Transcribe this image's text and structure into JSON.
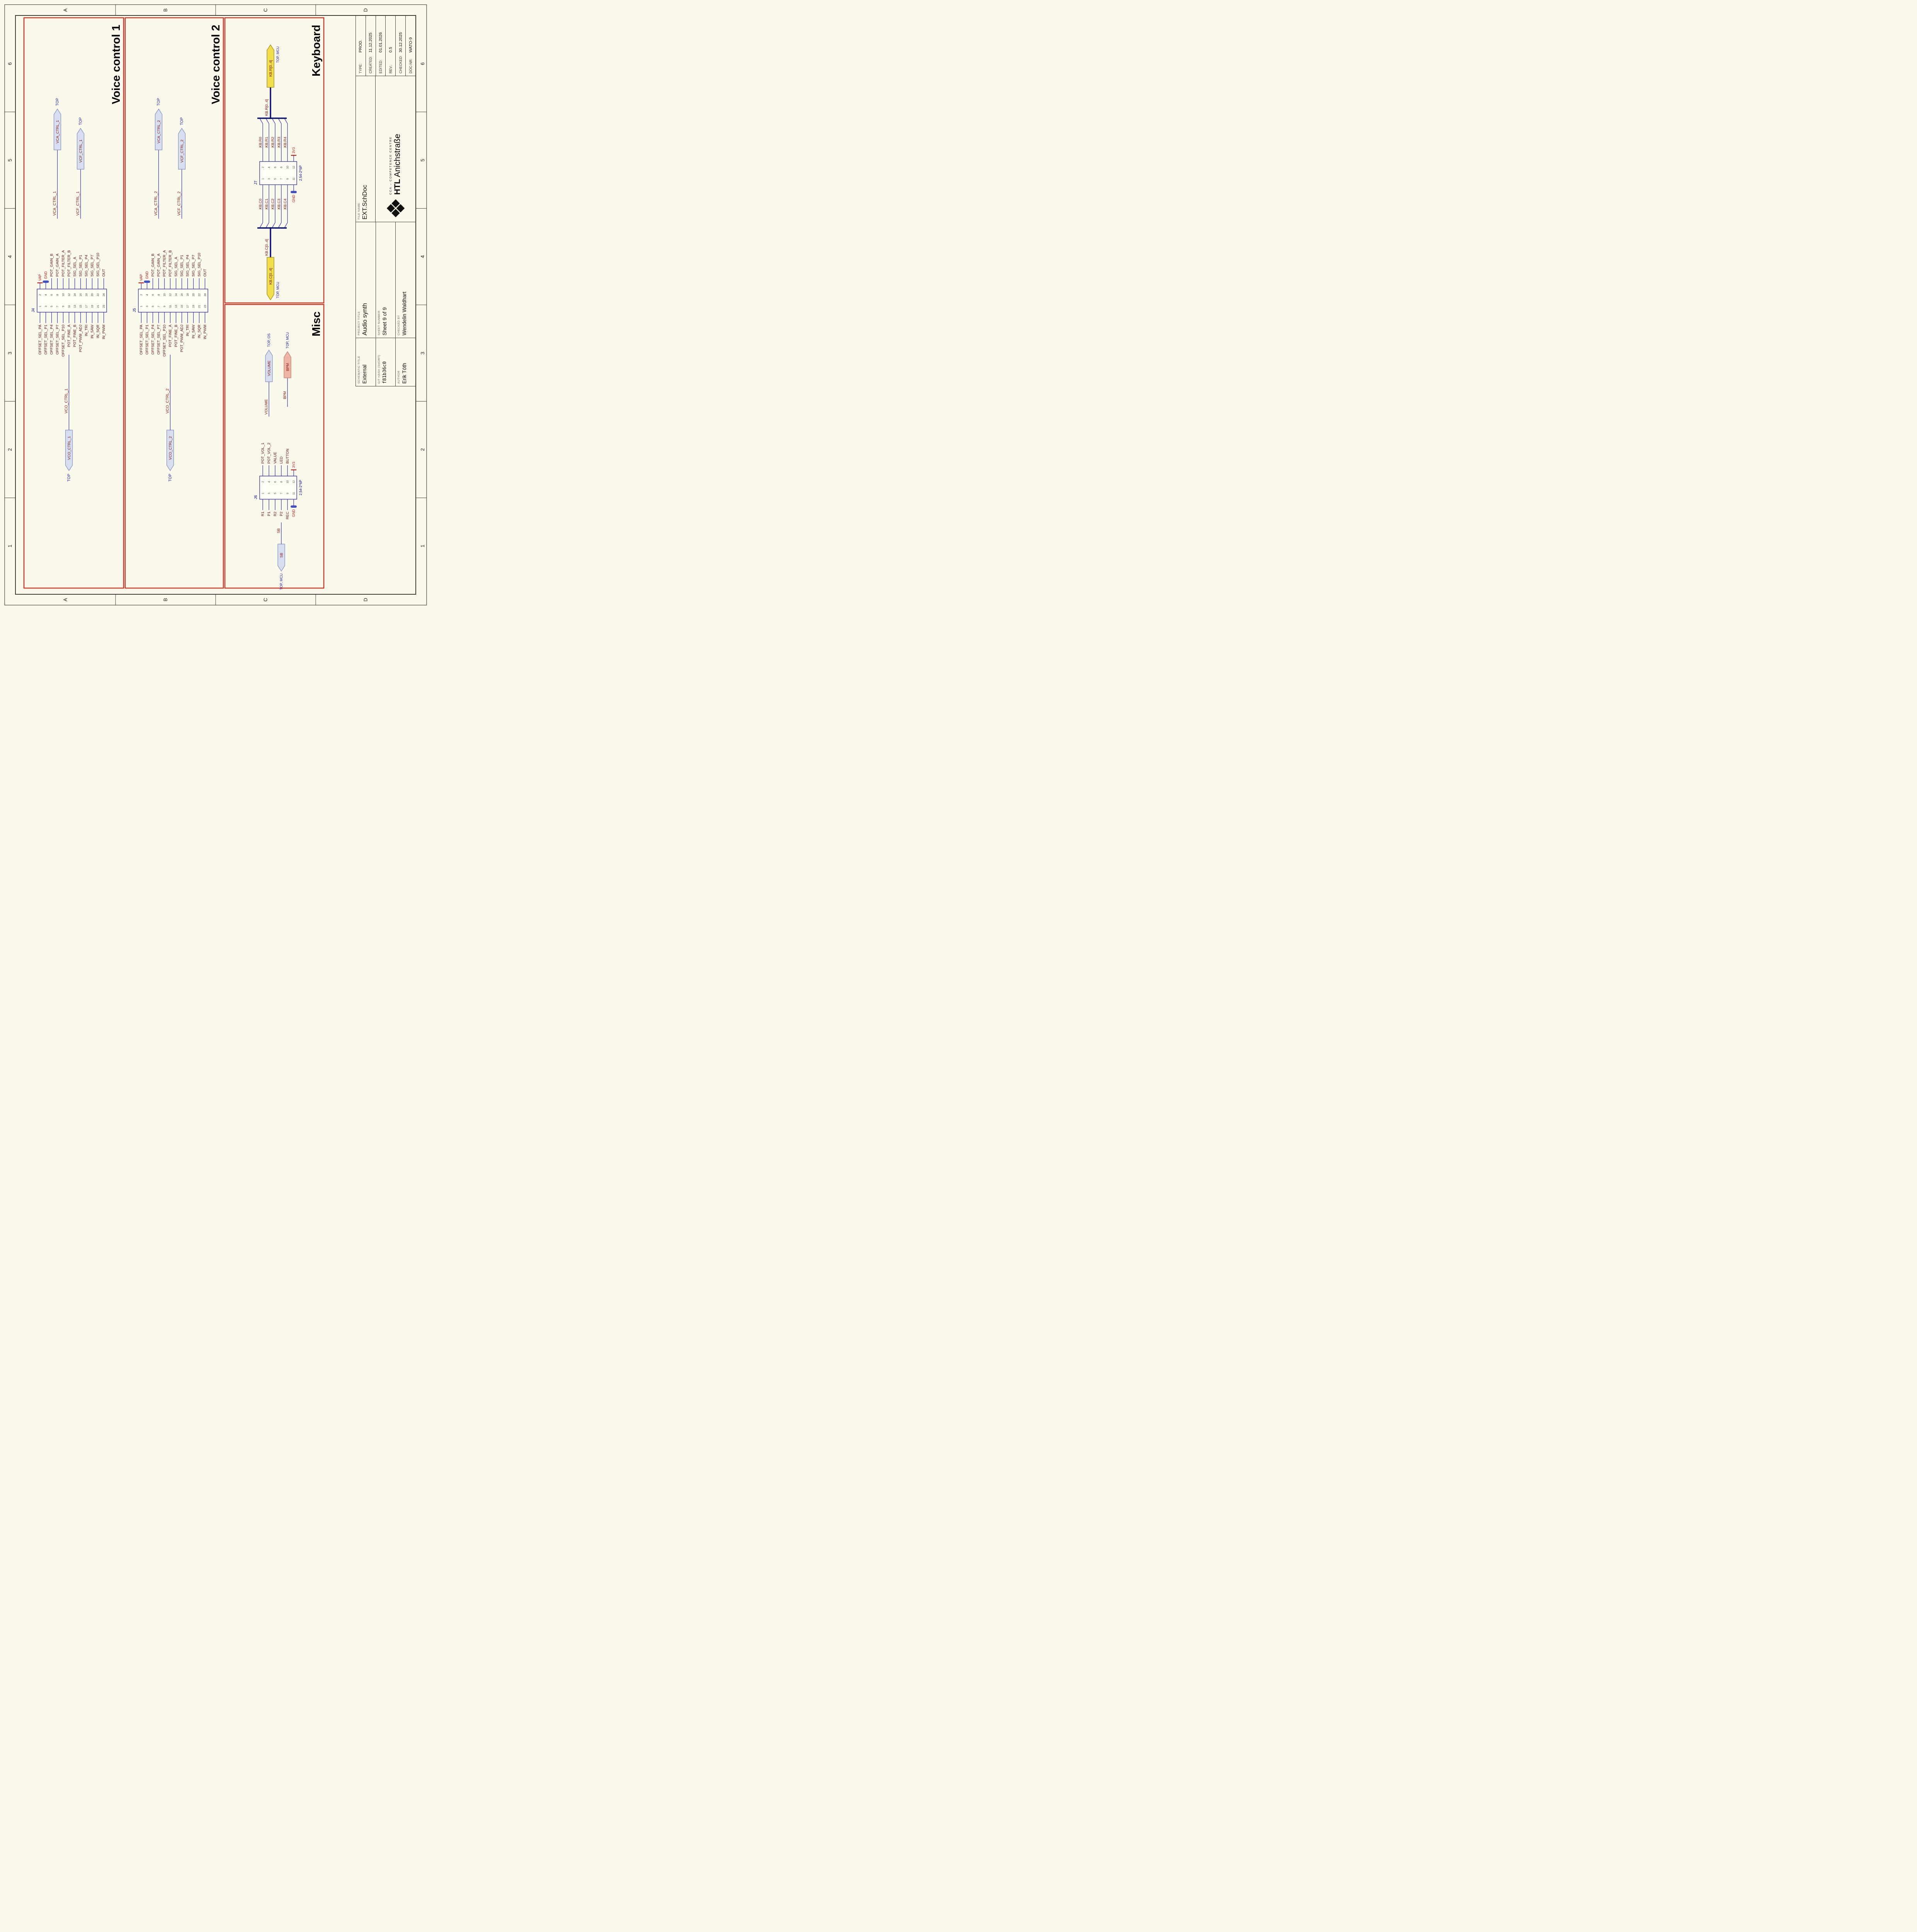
{
  "grid": {
    "columns": [
      "1",
      "2",
      "3",
      "4",
      "5",
      "6"
    ],
    "rows": [
      "A",
      "B",
      "C",
      "D"
    ]
  },
  "title_block": {
    "schematic_title_label": "SCHEMATIC TITLE",
    "schematic_title": "External",
    "git_hash_label": "GIT HASH (SHORT)",
    "git_hash": "f81b36c0",
    "author_label": "AUTHOR",
    "author": "Erik Tóth",
    "project_title_label": "PROJECT TITLE",
    "project_title": "Audio synth",
    "sheet_number_label": "SHEET NUMBER",
    "sheet_number": "Sheet 9 of 9",
    "checked_by_label": "CHECKED BY",
    "checked_by": "Wendelin Waldhart",
    "file_name_label": "FILE NAME",
    "file_name": "EXT.SchDoc",
    "org_tagline": "CCA – COMPETENCE CENTRE",
    "org_name_bold": "HTL",
    "org_name_rest": " Anichstraße",
    "meta": [
      {
        "label": "TYPE:",
        "value": "PROD."
      },
      {
        "label": "CREATED:",
        "value": "11.12.2025"
      },
      {
        "label": "EDITED:",
        "value": "01.01.2026"
      },
      {
        "label": "REV.:",
        "value": "0.5"
      },
      {
        "label": "CHECKED:",
        "value": "30.12.2025"
      },
      {
        "label": "DOC-NR:",
        "value": "WATO-9"
      }
    ]
  },
  "sections": {
    "voice1": {
      "title": "Voice control 1",
      "connector": {
        "ref": "J4",
        "rows": 12
      },
      "left_pins": [
        "OFFSET_SEL_PA",
        "OFFSET_SEL_P1",
        "OFFSET_SEL_P4",
        "OFFSET_SEL_P7",
        "OFFSET_SEL_P10",
        "POT_FINE_A",
        "POT_FINE_B",
        "POT_PWM_ADJ",
        "IN_TRI",
        "IN_SAW",
        "IN_SQR",
        "IN_PWM"
      ],
      "right_pins": [
        "VAP",
        "GND",
        "POT_GAIN_B",
        "POT_GAIN_A",
        "POT_FILTER_A",
        "POT_FILTER_B",
        "SIG_SEL_A",
        "SIG_SEL_P1",
        "SIG_SEL_P4",
        "SIG_SEL_P7",
        "SIG_SEL_P10",
        "OUT"
      ],
      "in_port": {
        "net": "VCO_CTRL_1",
        "sheet": "TOP"
      },
      "out_ports": [
        {
          "net": "VCA_CTRL_1",
          "sheet": "TOP",
          "style": "blue"
        },
        {
          "net": "VCF_CTRL_1",
          "sheet": "TOP",
          "style": "blue"
        }
      ]
    },
    "voice2": {
      "title": "Voice control 2",
      "connector": {
        "ref": "J5",
        "rows": 12
      },
      "left_pins": [
        "OFFSET_SEL_PA",
        "OFFSET_SEL_P1",
        "OFFSET_SEL_P4",
        "OFFSET_SEL_P7",
        "OFFSET_SEL_P10",
        "POT_FINE_A",
        "POT_FINE_B",
        "POT_PWM_ADJ",
        "IN_TRI",
        "IN_SAW",
        "IN_SQR",
        "IN_PWM"
      ],
      "right_pins": [
        "VAP",
        "GND",
        "POT_GAIN_B",
        "POT_GAIN_A",
        "POT_FILTER_A",
        "POT_FILTER_B",
        "SIG_SEL_A",
        "SIG_SEL_P1",
        "SIG_SEL_P4",
        "SIG_SEL_P7",
        "SIG_SEL_P10",
        "OUT"
      ],
      "in_port": {
        "net": "VCO_CTRL_2",
        "sheet": "TOP"
      },
      "out_ports": [
        {
          "net": "VCA_CTRL_2",
          "sheet": "TOP",
          "style": "blue"
        },
        {
          "net": "VCF_CTRL_2",
          "sheet": "TOP",
          "style": "blue"
        }
      ]
    },
    "misc": {
      "title": "Misc",
      "connector": {
        "ref": "J6",
        "part": "2.54-2*6P",
        "rows": 6
      },
      "left_pins": [
        "R1",
        "P1",
        "R2",
        "P2",
        "REC",
        "GND"
      ],
      "right_pins": [
        "POT_VOL_1",
        "POT_VOL_2",
        "VALUE",
        "LED",
        "BUTTON",
        "3V3"
      ],
      "in_port": {
        "net": "SB",
        "sheet": "TOP, MCU"
      },
      "out_ports": [
        {
          "net": "VOLUME",
          "sheet": "TOP, OS",
          "style": "blue"
        },
        {
          "net": "BPM",
          "sheet": "TOP, MCU",
          "style": "salmon"
        }
      ]
    },
    "keyboard": {
      "title": "Keyboard",
      "connector": {
        "ref": "J7",
        "part": "2.54-2*6P",
        "rows": 6
      },
      "left_pins": [
        "KB.C0",
        "KB.C1",
        "KB.C2",
        "KB.C3",
        "KB.C4",
        "GND"
      ],
      "right_pins": [
        "KB.R0",
        "KB.R1",
        "KB.R2",
        "KB.R3",
        "KB.R4",
        "3V3"
      ],
      "left_bus": {
        "net": "KB.C[0..4]",
        "sheet": "TOP, MCU"
      },
      "right_bus": {
        "net": "KB.R[0..4]",
        "sheet": "TOP, MCU"
      }
    }
  },
  "colors": {
    "sheet_bg": "#FBF8EC",
    "frame": "#3a3a34",
    "section_border": "#DE2A1B",
    "wire": "#3A3AB8",
    "bus": "#0A1070",
    "net_label": "#7E150D",
    "pin_label": "#5A100A",
    "power_red": "#C01818",
    "gnd_blue": "#4050C8",
    "sheet_ref": "#1A1AA6",
    "designator": "#00008B",
    "connector_border": "#16168C",
    "connector_fill": "#FFFEF6",
    "pin_number": "#3d3d3d",
    "port_blue": "#D7DEF0",
    "port_blue_border": "#7E8FB9",
    "port_yellow": "#F0DE4E",
    "port_yellow_border": "#A08508",
    "port_salmon": "#EFB3A6",
    "port_salmon_border": "#C08068",
    "title": "#000000"
  }
}
